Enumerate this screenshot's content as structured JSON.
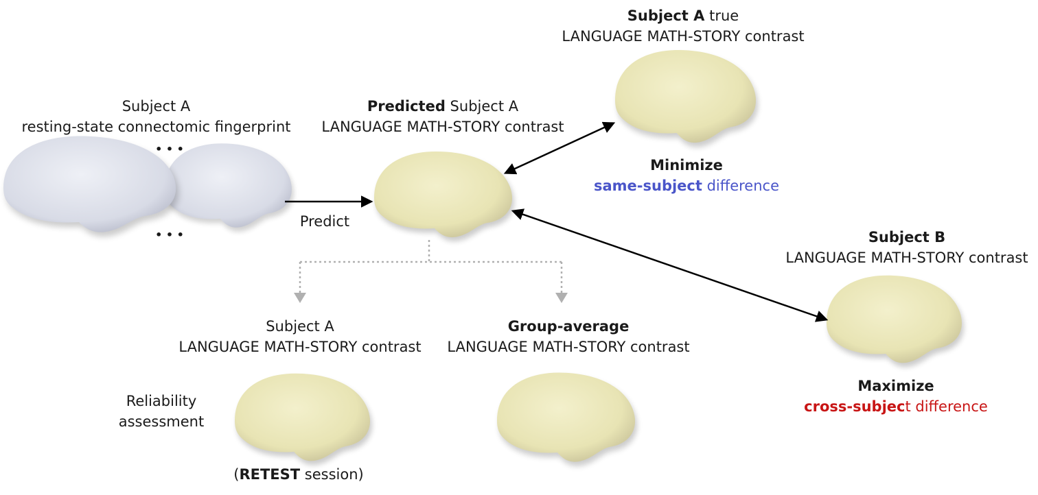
{
  "fingerprint": {
    "line1": "Subject A",
    "line2": "resting-state connectomic fingerprint",
    "ellipsis_top": "• • •",
    "ellipsis_bottom": "• • •"
  },
  "predict_label": "Predict",
  "predicted": {
    "bold": "Predicted",
    "rest": " Subject A",
    "line2": "LANGUAGE MATH-STORY contrast"
  },
  "true_a": {
    "bold": "Subject A",
    "rest": " true",
    "line2": "LANGUAGE MATH-STORY contrast"
  },
  "minimize": {
    "title": "Minimize",
    "bold": "same-subject",
    "rest": " difference"
  },
  "subject_b": {
    "title": "Subject B",
    "line2": "LANGUAGE MATH-STORY contrast"
  },
  "maximize": {
    "title": "Maximize",
    "bold": "cross-subjec",
    "rest": "t difference"
  },
  "retest": {
    "line1": "Subject A",
    "line2": "LANGUAGE MATH-STORY contrast",
    "side1": "Reliability",
    "side2": "assessment",
    "open": "(",
    "bold": "RETEST",
    "rest": " session)"
  },
  "group": {
    "bold": "Group-average",
    "line2": "LANGUAGE MATH-STORY contrast"
  },
  "colors": {
    "blue_text": "#4a55c9",
    "red_text": "#c81515",
    "arrow": "#000000",
    "dotted": "#aaaaaa"
  }
}
